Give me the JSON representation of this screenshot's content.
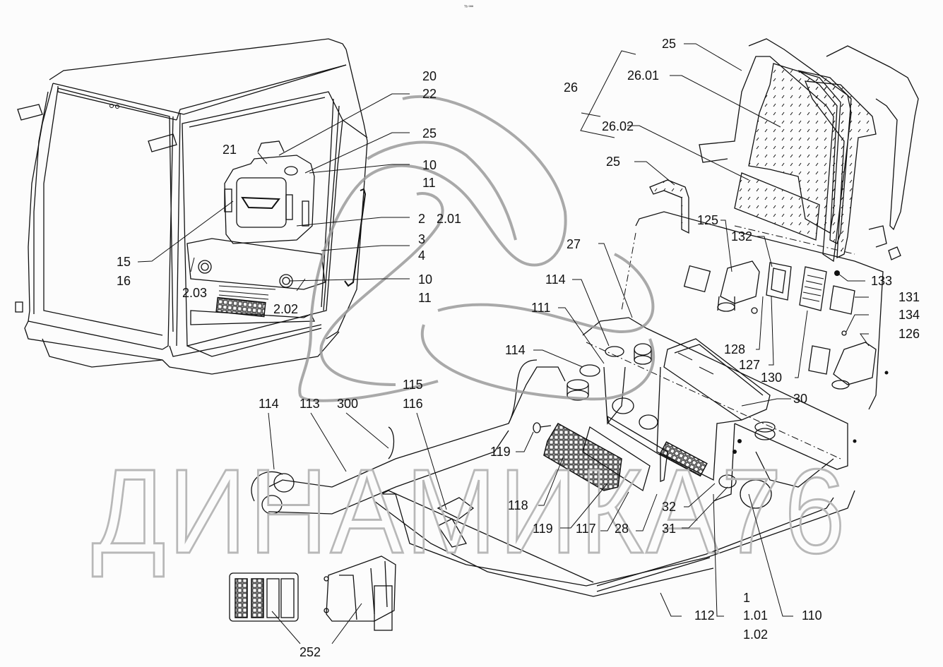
{
  "header": {
    "small_text": "ᵀᵇ ººº"
  },
  "watermark": {
    "text": "ДИНАМИКА76"
  },
  "colors": {
    "line": "#111111",
    "background": "#fcfcfc",
    "watermark": "#b8b8b8",
    "swoosh": "#9a9a9a"
  },
  "labels": {
    "l20": "20",
    "l22": "22",
    "l25a": "25",
    "l10a": "10",
    "l11a": "11",
    "l2": "2",
    "l201": "2.01",
    "l3": "3",
    "l4": "4",
    "l10b": "10",
    "l11b": "11",
    "l21": "21",
    "l15": "15",
    "l16": "16",
    "l203": "2.03",
    "l202": "2.02",
    "l25b": "25",
    "l26": "26",
    "l2601": "26.01",
    "l2602": "26.02",
    "l25c": "25",
    "l27": "27",
    "l114a": "114",
    "l111": "111",
    "l114b": "114",
    "l125": "125",
    "l132": "132",
    "l133": "133",
    "l131": "131",
    "l134": "134",
    "l126": "126",
    "l128": "128",
    "l127": "127",
    "l130": "130",
    "l30": "30",
    "l115": "115",
    "l116": "116",
    "l114c": "114",
    "l113": "113",
    "l300": "300",
    "l119a": "119",
    "l118": "118",
    "l119b": "119",
    "l117": "117",
    "l28": "28",
    "l32": "32",
    "l31": "31",
    "l1": "1",
    "l101": "1.01",
    "l102": "1.02",
    "l112": "112",
    "l110": "110",
    "l252": "252"
  }
}
